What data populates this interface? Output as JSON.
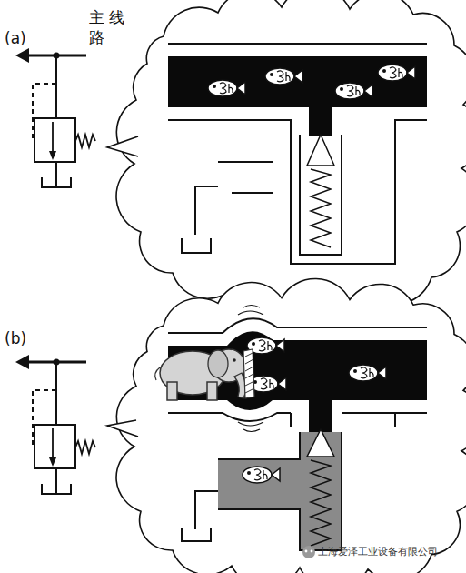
{
  "diagram": {
    "labels": [
      "(a)",
      "主 线路",
      "(b)",
      "上海爱泽工业设备有限公司"
    ]
  }
}
